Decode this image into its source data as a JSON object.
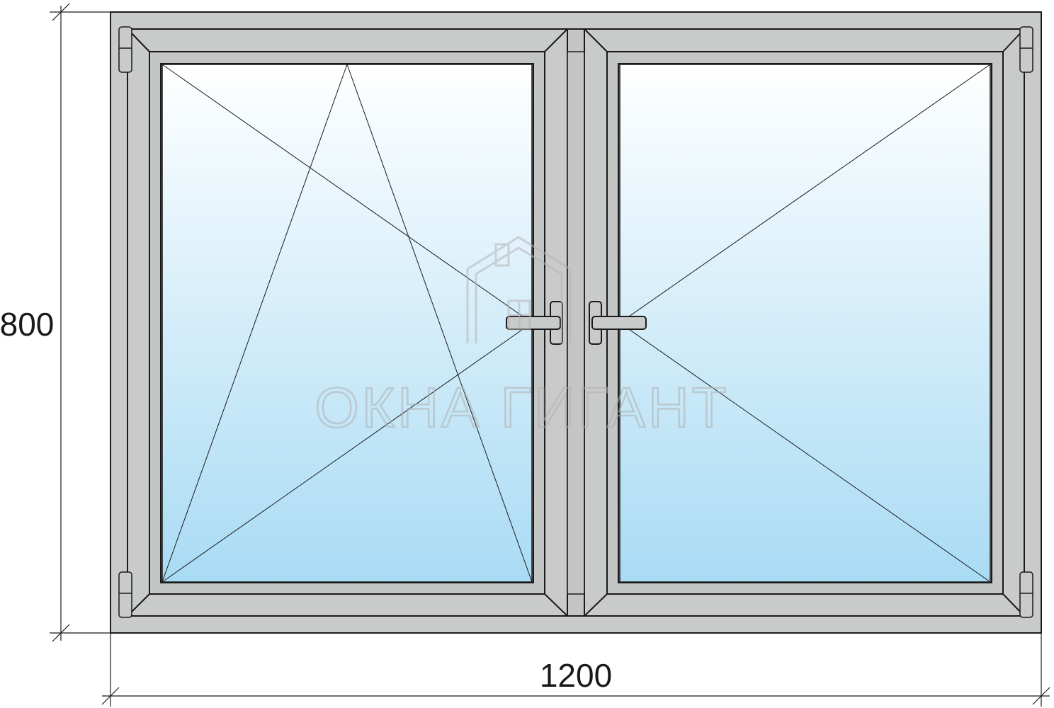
{
  "dimensions": {
    "height_label": "800",
    "width_label": "1200"
  },
  "watermark": {
    "text": "ОКНА ГИГАНТ",
    "icon": "house-icon"
  },
  "window": {
    "sashes": [
      {
        "name": "left-sash",
        "opening": "tilt-and-turn",
        "hinge_side": "left"
      },
      {
        "name": "right-sash",
        "opening": "turn",
        "hinge_side": "right"
      }
    ]
  },
  "colors": {
    "frame": "#c9cbca",
    "frame_stroke": "#1a1a1a",
    "glass_top": "#ffffff",
    "glass_bottom": "#a9dbf4",
    "watermark": "#9a9a9a"
  }
}
